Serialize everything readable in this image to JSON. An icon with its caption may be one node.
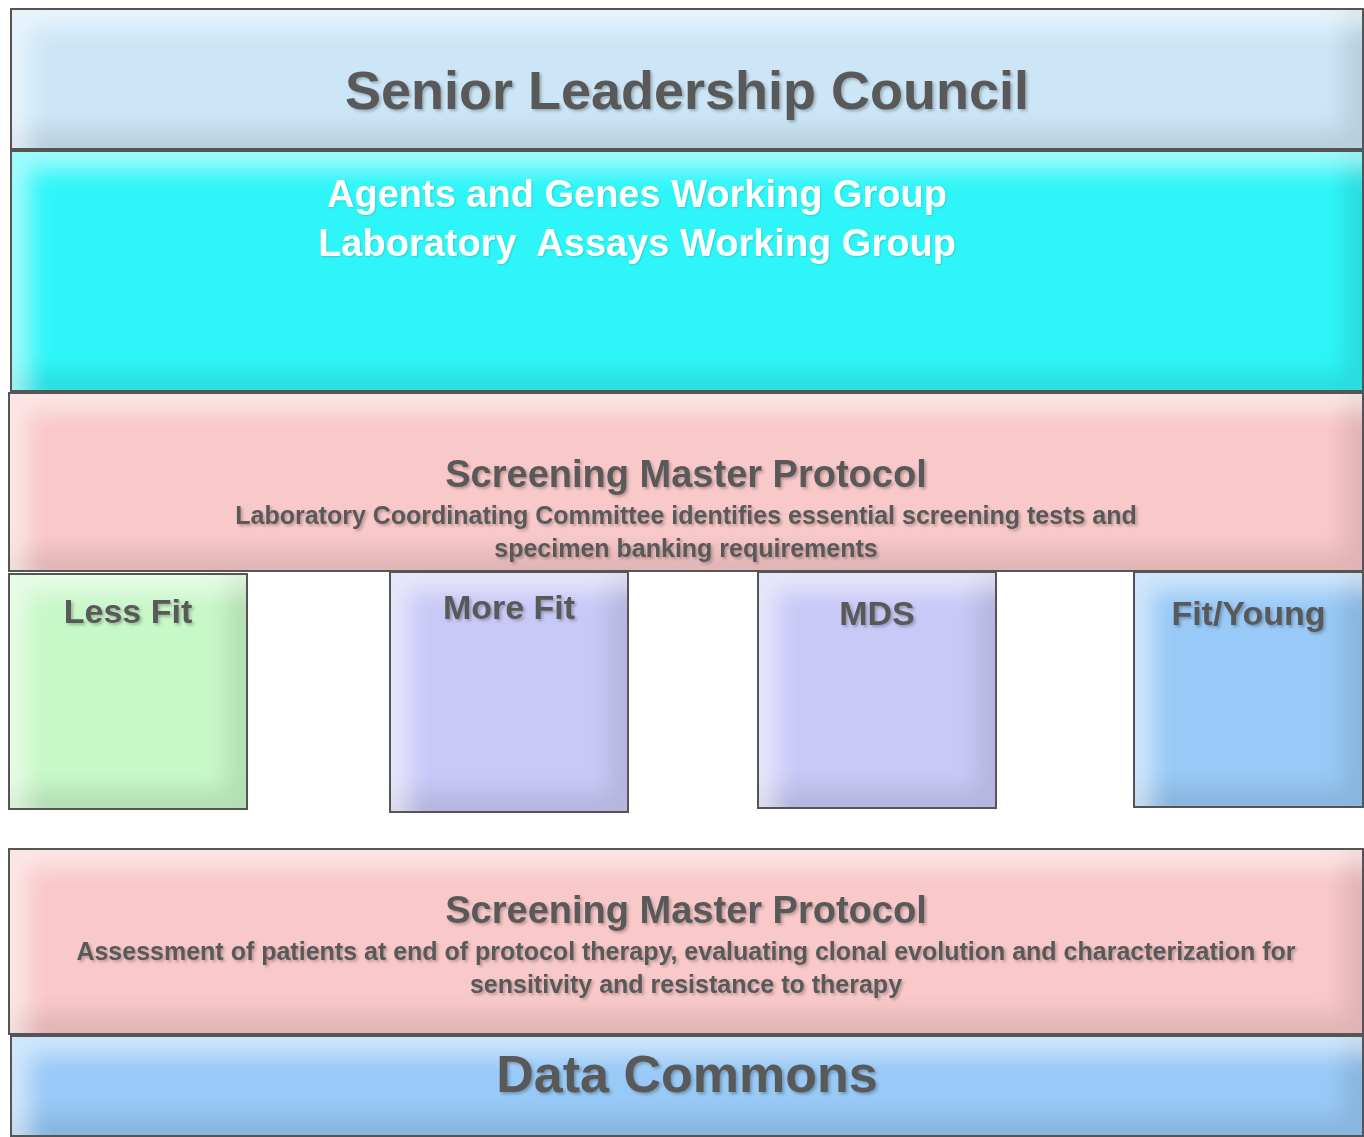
{
  "diagram": {
    "nodes": [
      {
        "text": [
          "Senior Leadership Council"
        ]
      },
      {
        "text": [
          "Agents and Genes Working Group",
          "Laboratory  Assays Working Group"
        ]
      },
      {
        "text": [
          "Screening Master Protocol",
          "Laboratory Coordinating Committee identifies essential screening tests and specimen banking requirements"
        ]
      },
      {
        "text": [
          "Less Fit"
        ]
      },
      {
        "text": [
          "More Fit"
        ]
      },
      {
        "text": [
          "MDS"
        ]
      },
      {
        "text": [
          "Fit/Young"
        ]
      },
      {
        "text": [
          "Screening Master Protocol",
          "Assessment of patients at end of protocol therapy, evaluating clonal evolution and characterization for sensitivity and resistance to therapy"
        ]
      },
      {
        "text": [
          "Data Commons"
        ]
      }
    ]
  }
}
